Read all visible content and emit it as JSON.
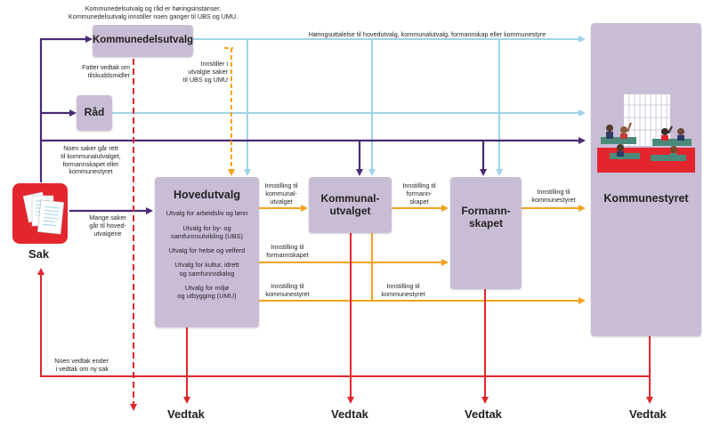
{
  "colors": {
    "purple": "#4a2a75",
    "red": "#e3262d",
    "orange": "#f4a21c",
    "light_blue": "#9fd3ea",
    "box_fill": "#c9bdd6",
    "sak_icon": "#e3262d"
  },
  "top_note": {
    "line1": "Kommunedelsutvalg og råd er høringsinstanser.",
    "line2": "Kommunedelsutvalg innstiller noen ganger til UBS og UMU."
  },
  "boxes": {
    "kommunedelsutvalg": "Kommunedelsutvalg",
    "rad": "Råd",
    "hovedutvalg": "Hovedutvalg",
    "kommunalutvalget": [
      "Kommunal-",
      "utvalget"
    ],
    "formannskapet": [
      "Formann-",
      "skapet"
    ],
    "kommunestyret": "Kommunestyret"
  },
  "hovedutvalg_items": [
    [
      "Utvalg for arbeidsliv og lønn"
    ],
    [
      "Utvalg for by- og",
      "samfunnsutvikling (UBS)"
    ],
    [
      "Utvalg for helse og velferd"
    ],
    [
      "Utvalg for kultur, idrett",
      "og samfunnsdialog"
    ],
    [
      "Utvalg for miljø",
      "og utbygging (UMU)"
    ]
  ],
  "sak_label": "Sak",
  "vedtak_label": "Vedtak",
  "notes": {
    "horingsuttalelse": "Høringsuttalelse til hovedutvalg, kommunalutvalg, formannskap eller kommunestyre",
    "fatter_vedtak": [
      "Fatter vedtak om",
      "tilskuddsmidler"
    ],
    "innstiller": [
      "Innstiller i",
      "utvalgte saker",
      "til UBS og UMU"
    ],
    "noen_saker": [
      "Noen saker går rett",
      "til kommunalutvalget,",
      "formannskapet eller",
      "kommunestyret"
    ],
    "mange_saker": [
      "Mange saker",
      "går til hoved-",
      "utvalgene"
    ],
    "inn_kommunalutvalget": [
      "Innstilling til",
      "kommunal-",
      "utvalget"
    ],
    "inn_formannskapet_1": [
      "Innstilling til",
      "formann-",
      "skapet"
    ],
    "inn_kommunestyret_1": [
      "Innstilling til",
      "kommunestyret"
    ],
    "inn_formannskapet_2": [
      "Innstilling til",
      "formannskapet"
    ],
    "inn_kommunestyret_2": [
      "Innstilling til",
      "kommunestyret"
    ],
    "inn_kommunestyret_3": [
      "Innstilling til",
      "kommunestyret"
    ],
    "noen_vedtak": [
      "Noen vedtak ender",
      "i vedtak om ny sak"
    ]
  }
}
